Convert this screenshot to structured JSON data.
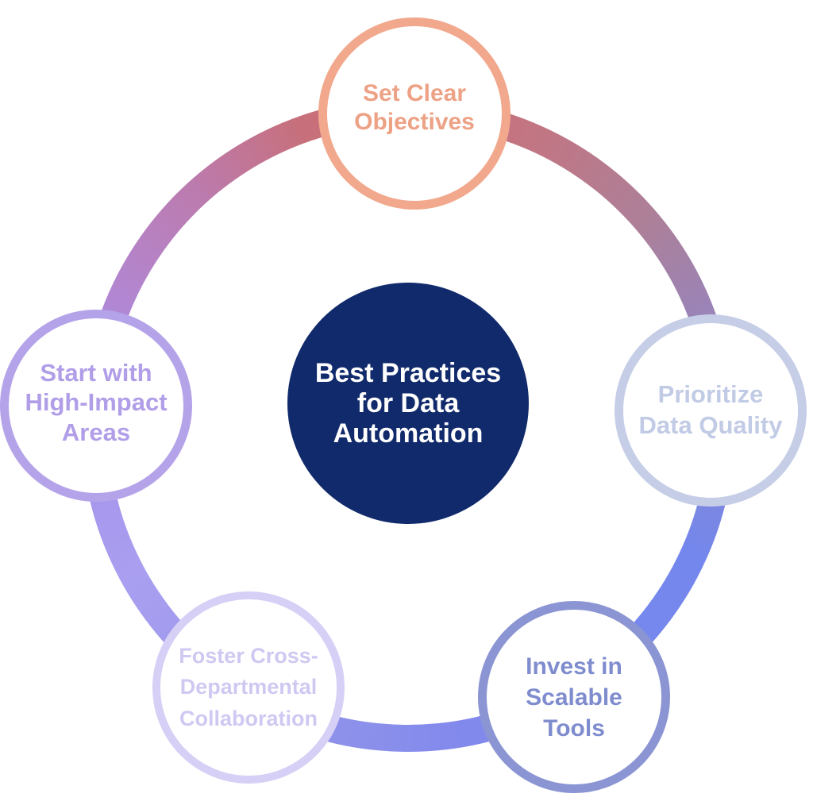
{
  "diagram": {
    "title": "Best Practices for Data Automation",
    "center": {
      "label": "Best Practices\nfor Data\nAutomation",
      "bg_color": "#112A6B",
      "text_color": "#FFFFFF"
    },
    "nodes": [
      {
        "id": "set-clear-objectives",
        "label": "Set Clear\nObjectives",
        "border_color": "#F1A88C",
        "text_color": "#EDA185",
        "position": "top"
      },
      {
        "id": "prioritize-data-quality",
        "label": "Prioritize\nData Quality",
        "border_color": "#C6CEE7",
        "text_color": "#C2CBE5",
        "position": "right"
      },
      {
        "id": "invest-in-scalable-tools",
        "label": "Invest in\nScalable\nTools",
        "border_color": "#8B95D3",
        "text_color": "#7F8CCE",
        "position": "bottom-right"
      },
      {
        "id": "foster-cross-departmental-collaboration",
        "label": "Foster Cross-\nDepartmental\nCollaboration",
        "border_color": "#D7D0F6",
        "text_color": "#CFC9F2",
        "position": "bottom-left"
      },
      {
        "id": "start-with-high-impact-areas",
        "label": "Start with\nHigh-Impact\nAreas",
        "border_color": "#B5A3EA",
        "text_color": "#B19EE8",
        "position": "left"
      }
    ],
    "ring_gradient": [
      {
        "angle": 0,
        "color": "#CC6C71"
      },
      {
        "angle": 25,
        "color": "#C17684"
      },
      {
        "angle": 50,
        "color": "#AC8099"
      },
      {
        "angle": 72,
        "color": "#9884BC"
      },
      {
        "angle": 88,
        "color": "#8E86C5"
      },
      {
        "angle": 100,
        "color": "#7F87DC"
      },
      {
        "angle": 114,
        "color": "#7487EC"
      },
      {
        "angle": 142,
        "color": "#7888EE"
      },
      {
        "angle": 170,
        "color": "#8289EC"
      },
      {
        "angle": 188,
        "color": "#8B90EA"
      },
      {
        "angle": 212,
        "color": "#9A96EC"
      },
      {
        "angle": 240,
        "color": "#A99FF0"
      },
      {
        "angle": 262,
        "color": "#A795EC"
      },
      {
        "angle": 276,
        "color": "#A78FE5"
      },
      {
        "angle": 294,
        "color": "#B286D1"
      },
      {
        "angle": 318,
        "color": "#BC7BAE"
      },
      {
        "angle": 340,
        "color": "#C7707C"
      },
      {
        "angle": 360,
        "color": "#CC6C71"
      }
    ]
  }
}
